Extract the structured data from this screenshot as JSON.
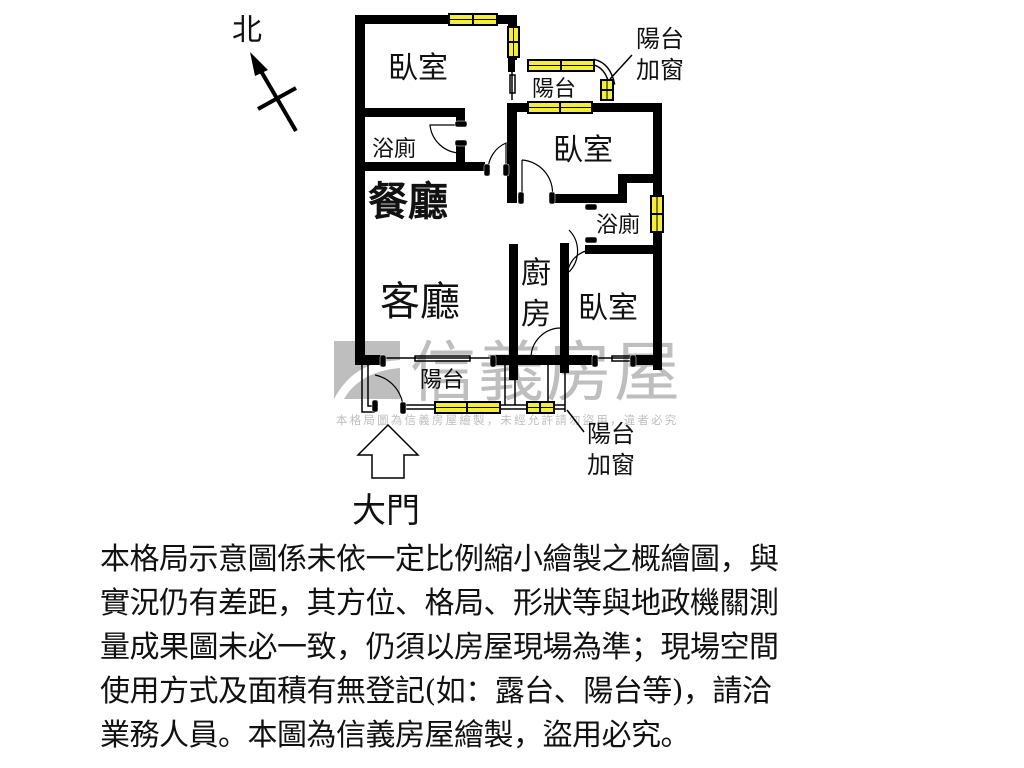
{
  "compass": {
    "label": "北",
    "direction": "north-northwest"
  },
  "rooms": [
    {
      "id": "bedroom-1",
      "label": "臥室"
    },
    {
      "id": "bathroom-1",
      "label": "浴廁"
    },
    {
      "id": "dining",
      "label": "餐廳"
    },
    {
      "id": "living",
      "label": "客廳"
    },
    {
      "id": "balcony-top",
      "label": "陽台"
    },
    {
      "id": "bedroom-2",
      "label": "臥室"
    },
    {
      "id": "bathroom-2",
      "label": "浴廁"
    },
    {
      "id": "kitchen",
      "label": "廚房"
    },
    {
      "id": "bedroom-3",
      "label": "臥室"
    },
    {
      "id": "balcony-bottom",
      "label": "陽台"
    }
  ],
  "annotations": {
    "balcony_window_top_line1": "陽台",
    "balcony_window_top_line2": "加窗",
    "balcony_window_bottom_line1": "陽台",
    "balcony_window_bottom_line2": "加窗"
  },
  "entrance": {
    "label": "大門"
  },
  "watermark": {
    "brand": "信義房屋",
    "notice": "本格局圖為信義房屋繪製，未經允許請勿盜用，違者必究"
  },
  "disclaimer": {
    "lines": [
      "本格局示意圖係未依一定比例縮小繪製之概繪圖，與",
      "實況仍有差距，其方位、格局、形狀等與地政機關測",
      "量成果圖未必一致，仍須以房屋現場為準；現場空間",
      "使用方式及面積有無登記(如：露台、陽台等)，請洽",
      "業務人員。本圖為信義房屋繪製，盜用必究。"
    ]
  },
  "colors": {
    "wall": "#000000",
    "window_fill": "#f2ee3a",
    "watermark_gray": "#9a9a9a",
    "background": "#ffffff"
  }
}
